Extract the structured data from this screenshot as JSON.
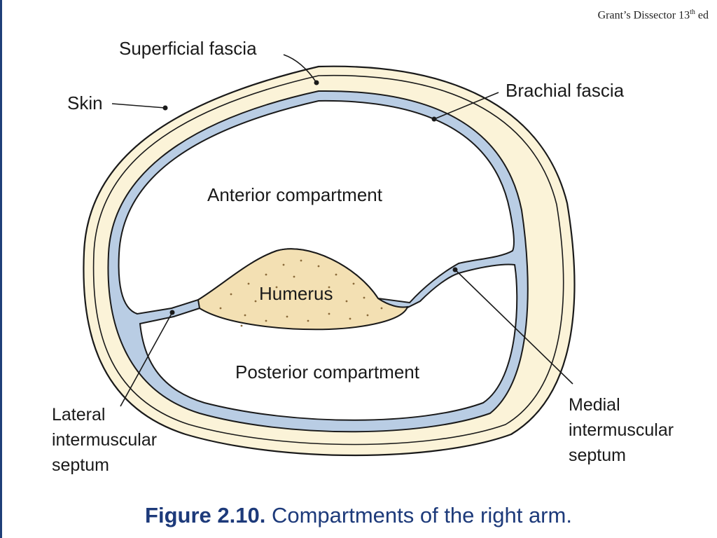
{
  "source": {
    "text": "Grant’s Dissector 13",
    "sup": "th",
    "suffix": " ed"
  },
  "labels": {
    "superficial_fascia": "Superficial fascia",
    "skin": "Skin",
    "brachial_fascia": "Brachial fascia",
    "anterior_compartment": "Anterior compartment",
    "humerus": "Humerus",
    "posterior_compartment": "Posterior compartment",
    "lateral_septum": [
      "Lateral",
      "intermuscular",
      "septum"
    ],
    "medial_septum": [
      "Medial",
      "intermuscular",
      "septum"
    ]
  },
  "caption": {
    "number": "Figure 2.10.",
    "text": " Compartments of the right arm."
  },
  "colors": {
    "outline": "#1a1a1a",
    "superficial_fascia_fill": "#fbf3d8",
    "brachial_fascia_fill": "#b9cde4",
    "humerus_fill": "#f3e0b3",
    "caption_color": "#1d3a7a",
    "left_edge": "#1f3f78"
  }
}
